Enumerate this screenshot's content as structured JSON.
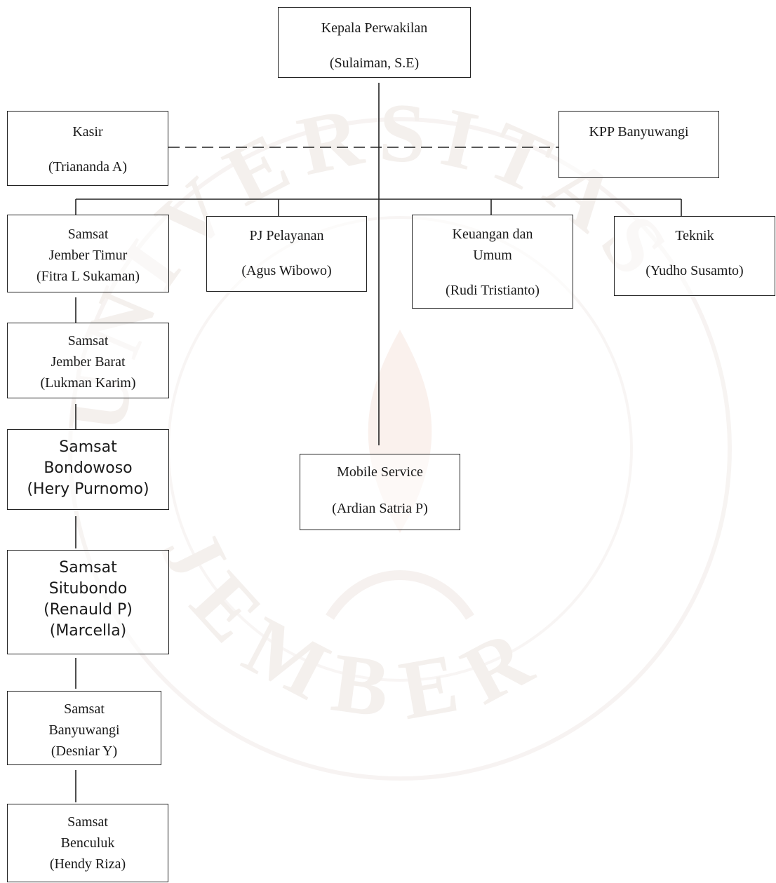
{
  "nodes": {
    "kepala": {
      "title": "Kepala Perwakilan",
      "person": "(Sulaiman, S.E)"
    },
    "kasir": {
      "title": "Kasir",
      "person": "(Triananda A)"
    },
    "kpp": {
      "title": "KPP Banyuwangi"
    },
    "jember_timur": {
      "line1": "Samsat",
      "line2": "Jember Timur",
      "person": "(Fitra L Sukaman)"
    },
    "pj_pelayanan": {
      "title": "PJ Pelayanan",
      "person": "(Agus Wibowo)"
    },
    "keuangan": {
      "line1": "Keuangan dan",
      "line2": "Umum",
      "person": "(Rudi Tristianto)"
    },
    "teknik": {
      "title": "Teknik",
      "person": "(Yudho Susamto)"
    },
    "jember_barat": {
      "line1": "Samsat",
      "line2": "Jember Barat",
      "person": "(Lukman Karim)"
    },
    "bondowoso": {
      "line1": "Samsat",
      "line2": "Bondowoso",
      "person": "(Hery Purnomo)"
    },
    "mobile": {
      "title": "Mobile Service",
      "person": "(Ardian Satria P)"
    },
    "situbondo": {
      "line1": "Samsat",
      "line2": "Situbondo",
      "person1": "(Renauld P)",
      "person2": "(Marcella)"
    },
    "banyuwangi": {
      "line1": "Samsat",
      "line2": "Banyuwangi",
      "person": "(Desniar Y)"
    },
    "benculuk": {
      "line1": "Samsat",
      "line2": "Benculuk",
      "person": "(Hendy Riza)"
    }
  },
  "watermark": {
    "text_top": "UNIVERSITAS",
    "text_bottom": "JEMBER",
    "color": "#e9e0dc"
  },
  "colors": {
    "line": "#222222",
    "border": "#222222",
    "text": "#1a1a1a"
  }
}
